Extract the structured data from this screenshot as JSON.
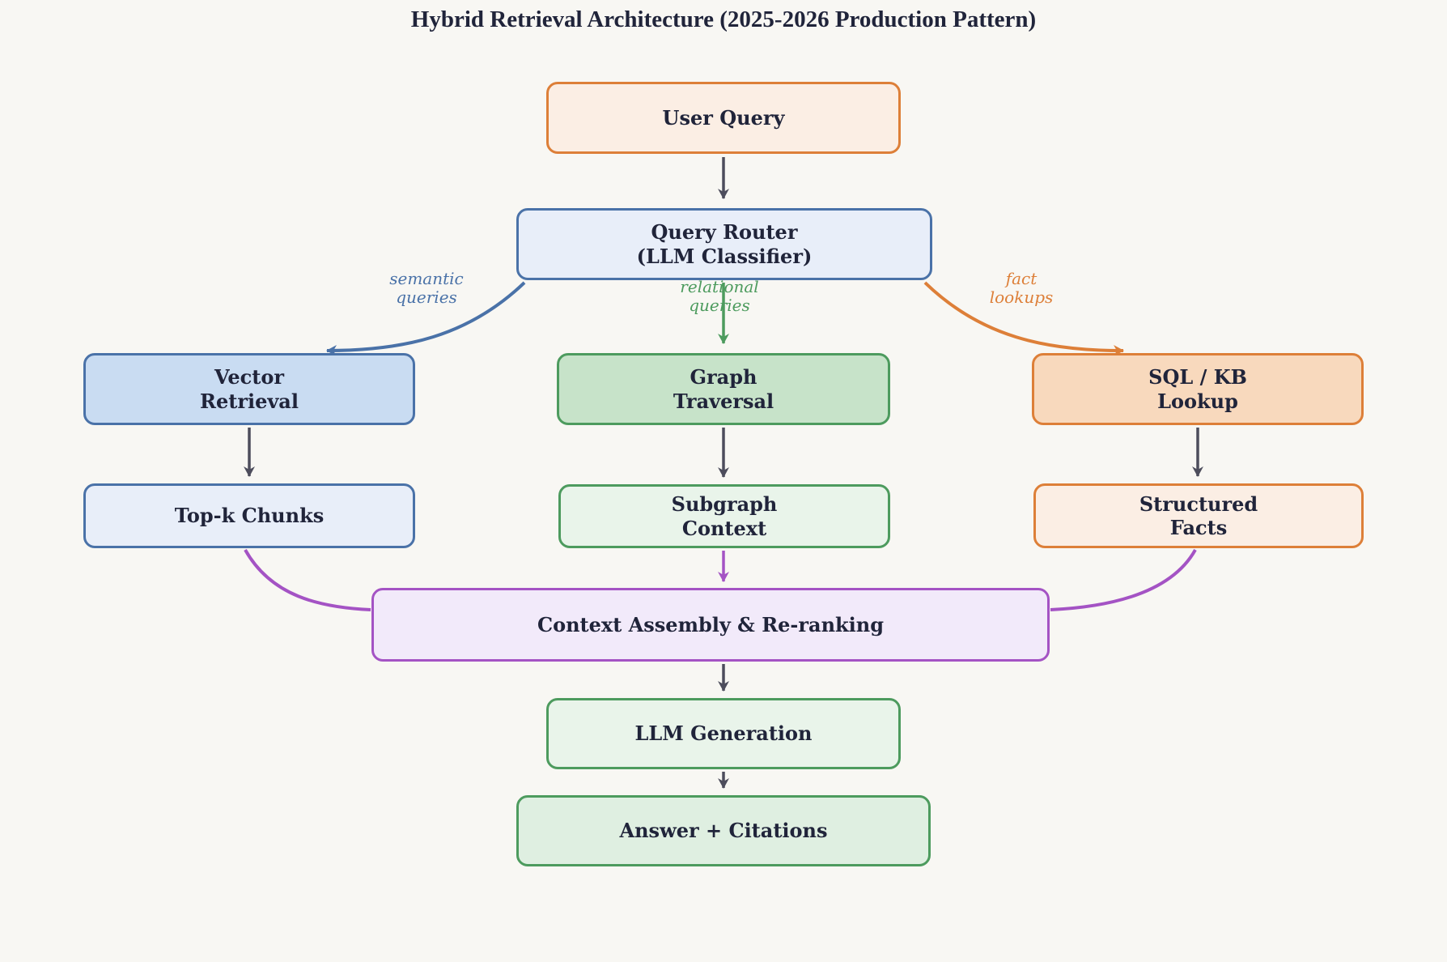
{
  "title": "Hybrid Retrieval Architecture (2025-2026 Production Pattern)",
  "nodes": {
    "user_query": "User Query",
    "query_router": "Query Router\n(LLM Classifier)",
    "vector_retrieval": "Vector\nRetrieval",
    "graph_traversal": "Graph\nTraversal",
    "sql_kb_lookup": "SQL / KB\nLookup",
    "topk_chunks": "Top-k Chunks",
    "subgraph_context": "Subgraph\nContext",
    "structured_facts": "Structured\nFacts",
    "context_assembly": "Context Assembly & Re-ranking",
    "llm_generation": "LLM Generation",
    "answer_citations": "Answer + Citations"
  },
  "edge_labels": {
    "semantic": "semantic\nqueries",
    "relational": "relational\nqueries",
    "fact": "fact\nlookups"
  },
  "colors": {
    "background": "#f8f7f3",
    "text": "#20243a",
    "blue-border": "#4a72a8",
    "blue-fill": "#c9dcf2",
    "blue-fill-light": "#e8eef9",
    "green-border": "#4d9b5e",
    "green-fill": "#c7e3c9",
    "green-fill-light": "#e9f4ea",
    "green-fill-answer": "#dfefe1",
    "orange-border": "#dd7f38",
    "orange-fill": "#f8d9bd",
    "orange-fill-light": "#fbeee4",
    "purple-border": "#a453c4",
    "purple-fill": "#f2eafa",
    "arrow-gray": "#4d4d5c"
  }
}
